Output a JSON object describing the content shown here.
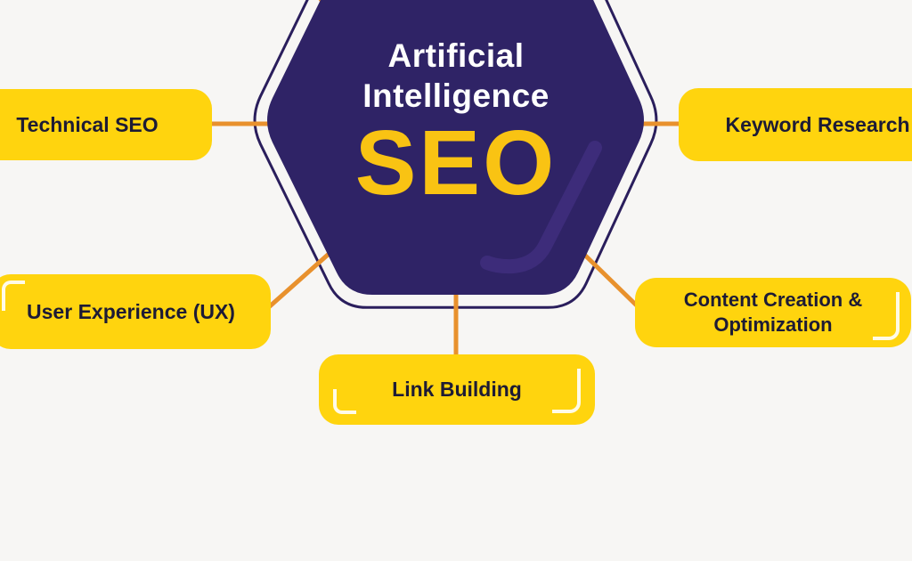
{
  "colors": {
    "bg": "#F7F6F4",
    "box": "#FFD40E",
    "box_text": "#1D1B35",
    "hex_fill": "#2F2366",
    "hex_outline": "#2A1E5C",
    "swoosh": "#3D2C7A",
    "seo": "#F9C313",
    "white": "#FFFFFF",
    "connector": "#E8912D"
  },
  "center": {
    "title_line1": "Artificial",
    "title_line2": "Intelligence",
    "acronym": "SEO"
  },
  "nodes": {
    "technical": {
      "label": "Technical SEO"
    },
    "keyword": {
      "label": "Keyword Research"
    },
    "ux": {
      "label": "User Experience (UX)"
    },
    "content": {
      "label": "Content Creation & Optimization",
      "line1": "Content Creation &",
      "line2": "Optimization"
    },
    "link": {
      "label": "Link Building"
    }
  }
}
